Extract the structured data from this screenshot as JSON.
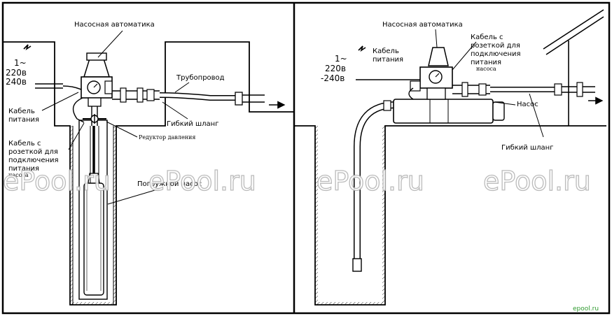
{
  "left_panel": {
    "labels": {
      "automation": "Насосная автоматика",
      "phase": "1~",
      "volt1": "220в",
      "volt2": "240в",
      "pipeline": "Трубопровод",
      "power_cable_l1": "Кабель",
      "power_cable_l2": "питания",
      "hose": "Гибкий шланг",
      "socket_l1": "Кабель с",
      "socket_l2": "розеткой для",
      "socket_l3": "подключения",
      "socket_l4": "питания",
      "socket_l5": "насоса",
      "reducer": "Редуктор давления",
      "submersible": "Погружной насос"
    }
  },
  "right_panel": {
    "labels": {
      "automation": "Насосная автоматика",
      "phase": "1~",
      "volt1": "220в",
      "volt2": "-240в",
      "power_cable_l1": "Кабель",
      "power_cable_l2": "питания",
      "socket_l1": "Кабель с",
      "socket_l2": "розеткой для",
      "socket_l3": "подключения",
      "socket_l4": "питания",
      "socket_l5": "насоса",
      "pump": "Насос",
      "hose": "Гибкий шланг"
    }
  },
  "watermarks": [
    "ePool.ru",
    "ePool.ru",
    "ePool.ru",
    "ePool.ru"
  ],
  "corner_mark": "epool.ru",
  "colors": {
    "line": "#000000",
    "watermark_stroke": "#b4b4b4",
    "corner_mark": "#2e9a2e"
  }
}
